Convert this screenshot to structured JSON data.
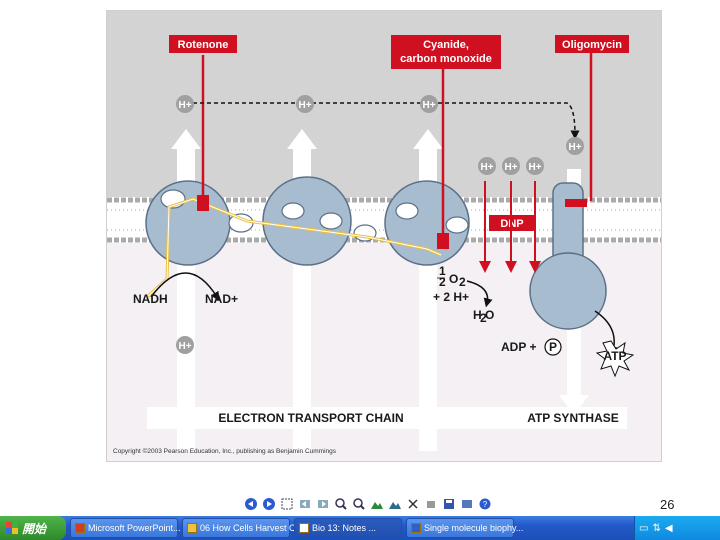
{
  "diagram": {
    "inhibitors": {
      "rotenone": "Rotenone",
      "cyanide": "Cyanide,",
      "cyanide_line2": "carbon monoxide",
      "oligomycin": "Oligomycin",
      "dnp": "DNP"
    },
    "h_plus": "H+",
    "nadh": "NADH",
    "nad_plus": "NAD+",
    "half": "1",
    "half_den": "2",
    "o2": "O",
    "o2_sub": "2",
    "two_h": "+ 2 H+",
    "h2o": "H",
    "h2o_sub": "2",
    "h2o_o": "O",
    "adp": "ADP +",
    "p": "P",
    "atp": "ATP",
    "etc_label": "ELECTRON TRANSPORT CHAIN",
    "synthase_label": "ATP SYNTHASE",
    "copyright": "Copyright ©2003 Pearson Education, Inc., publishing as Benjamin Cummings"
  },
  "page_number": "26",
  "toolbar": {
    "icons": [
      "prev-slide-icon",
      "next-slide-icon",
      "separator",
      "fullscreen-icon",
      "back-icon",
      "forward-icon",
      "separator",
      "zoom-in-icon",
      "zoom-out-icon",
      "separator",
      "landscape-icon",
      "landscape-2-icon",
      "separator",
      "close-icon",
      "tools-icon",
      "save-icon",
      "edit-icon",
      "separator",
      "help-icon"
    ]
  },
  "taskbar": {
    "start_label": "開始",
    "tasks": [
      {
        "label": "Microsoft PowerPoint...",
        "active": false
      },
      {
        "label": "06 How Cells Harvest C...",
        "active": false
      },
      {
        "label": "Bio 13: Notes ...",
        "active": true
      },
      {
        "label": "Single molecule biophy...",
        "active": false
      }
    ],
    "colors": {
      "accent": "#2358c8",
      "start": "#2e8a2b",
      "tray": "#0f8ae0"
    }
  }
}
